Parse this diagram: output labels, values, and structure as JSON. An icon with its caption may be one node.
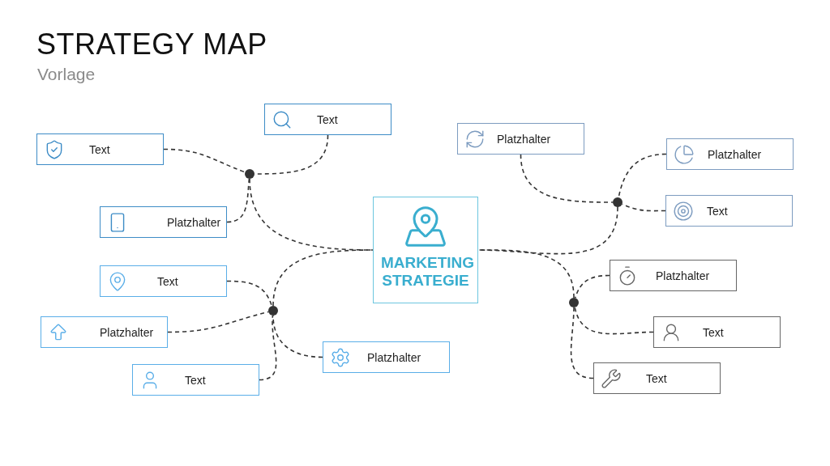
{
  "diagram": {
    "title": "STRATEGY MAP",
    "nodes": [
      {
        "text": [
          "MARKETING STRATEGIE"
        ]
      },
      {
        "text": [],
        "shape": "circle"
      },
      {
        "text": [],
        "shape": "circle"
      },
      {
        "text": [],
        "shape": "circle"
      },
      {
        "text": [],
        "shape": "circle"
      },
      {
        "text": [
          "Text"
        ]
      },
      {
        "text": [
          "Text"
        ]
      },
      {
        "text": [
          "Platzhalter"
        ]
      },
      {
        "text": [
          "Platzhalter"
        ]
      },
      {
        "text": [
          "Platzhalter"
        ]
      },
      {
        "text": [
          "Text"
        ]
      },
      {
        "text": [
          "Text"
        ]
      },
      {
        "text": [
          "Platzhalter"
        ]
      },
      {
        "text": [
          "Platzhalter"
        ]
      },
      {
        "text": [
          "Text"
        ]
      },
      {
        "text": [
          "Platzhalter"
        ]
      },
      {
        "text": [
          "Text"
        ]
      },
      {
        "text": [
          "Text"
        ]
      }
    ],
    "edges": [
      {
        "from": 5,
        "to": 1,
        "arrow": "none"
      },
      {
        "from": 6,
        "to": 1,
        "arrow": "none"
      },
      {
        "from": 7,
        "to": 1,
        "arrow": "none"
      },
      {
        "from": 1,
        "to": 0,
        "arrow": "none"
      },
      {
        "from": 11,
        "to": 2,
        "arrow": "none"
      },
      {
        "from": 12,
        "to": 2,
        "arrow": "none"
      },
      {
        "from": 14,
        "to": 2,
        "arrow": "none"
      },
      {
        "from": 13,
        "to": 2,
        "arrow": "none"
      },
      {
        "from": 2,
        "to": 0,
        "arrow": "none"
      },
      {
        "from": 8,
        "to": 3,
        "arrow": "none"
      },
      {
        "from": 9,
        "to": 3,
        "arrow": "none"
      },
      {
        "from": 10,
        "to": 3,
        "arrow": "none"
      },
      {
        "from": 3,
        "to": 0,
        "arrow": "none"
      },
      {
        "from": 15,
        "to": 4,
        "arrow": "none"
      },
      {
        "from": 16,
        "to": 4,
        "arrow": "none"
      },
      {
        "from": 17,
        "to": 4,
        "arrow": "none"
      },
      {
        "from": 4,
        "to": 0,
        "arrow": "none"
      }
    ],
    "labels": [
      "Vorlage"
    ]
  }
}
